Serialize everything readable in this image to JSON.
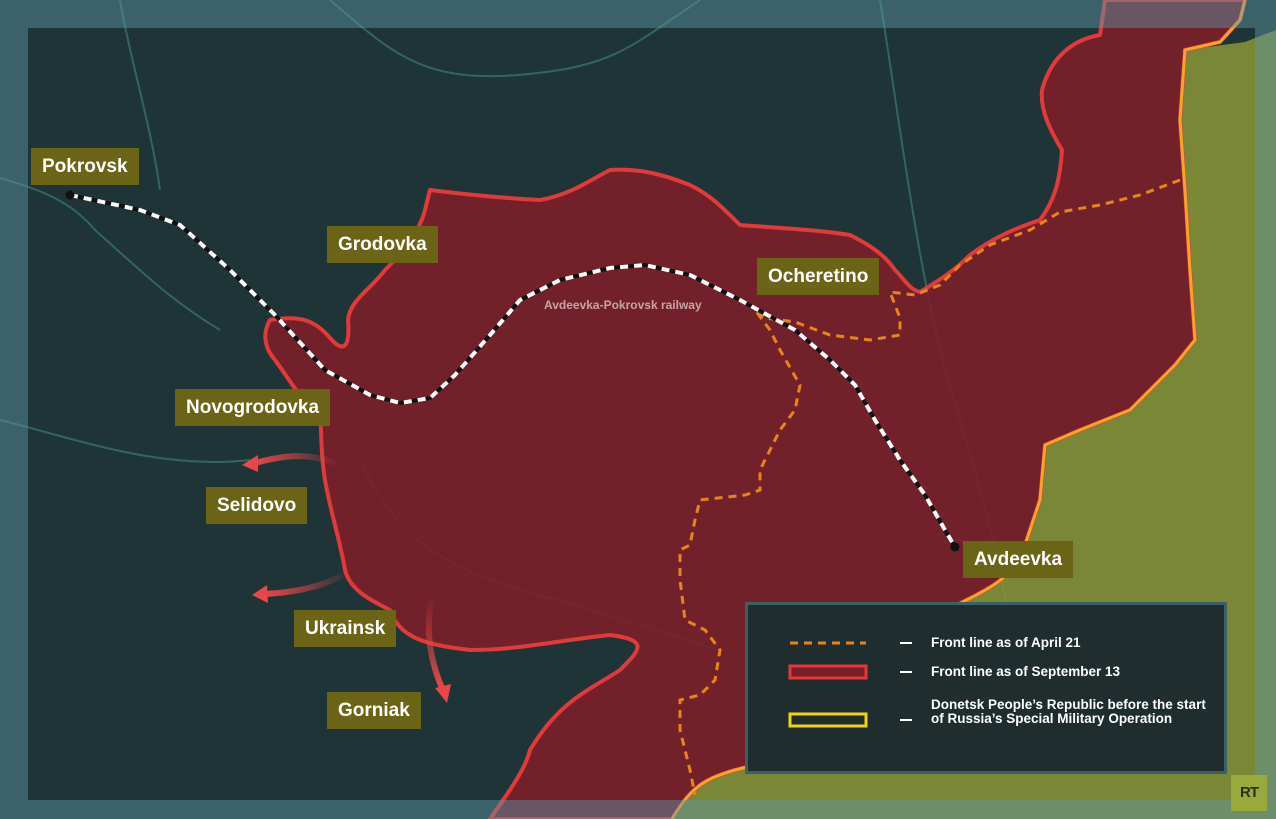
{
  "map": {
    "colors": {
      "outer_border": "#3c6470",
      "background": "#1f3437",
      "captured_territory": "#7a1f2a",
      "dpr_territory": "#8a9636",
      "front_line_sep13": "#e03a3a",
      "front_line_apr21": "#e8841d",
      "dpr_border": "#f0d21e",
      "railway": "#ffffff",
      "label_bg": "#6b6416"
    },
    "labels": {
      "pokrovsk": "Pokrovsk",
      "grodovka": "Grodovka",
      "ocheretino": "Ocheretino",
      "novogrodovka": "Novogrodovka",
      "selidovo": "Selidovo",
      "ukrainsk": "Ukrainsk",
      "gorniak": "Gorniak",
      "avdeevka": "Avdeevka"
    },
    "railway_label": "Avdeevka-Pokrovsk railway"
  },
  "legend": {
    "items": [
      {
        "text": "Front line as of April 21",
        "icon": "orange-dashed-line"
      },
      {
        "text": "Front line as of September 13",
        "icon": "red-outlined-box"
      },
      {
        "text": "Donetsk People’s Republic before the start of Russia’s Special Military Operation",
        "icon": "yellow-outlined-box"
      }
    ]
  },
  "logo": {
    "text": "RT"
  }
}
